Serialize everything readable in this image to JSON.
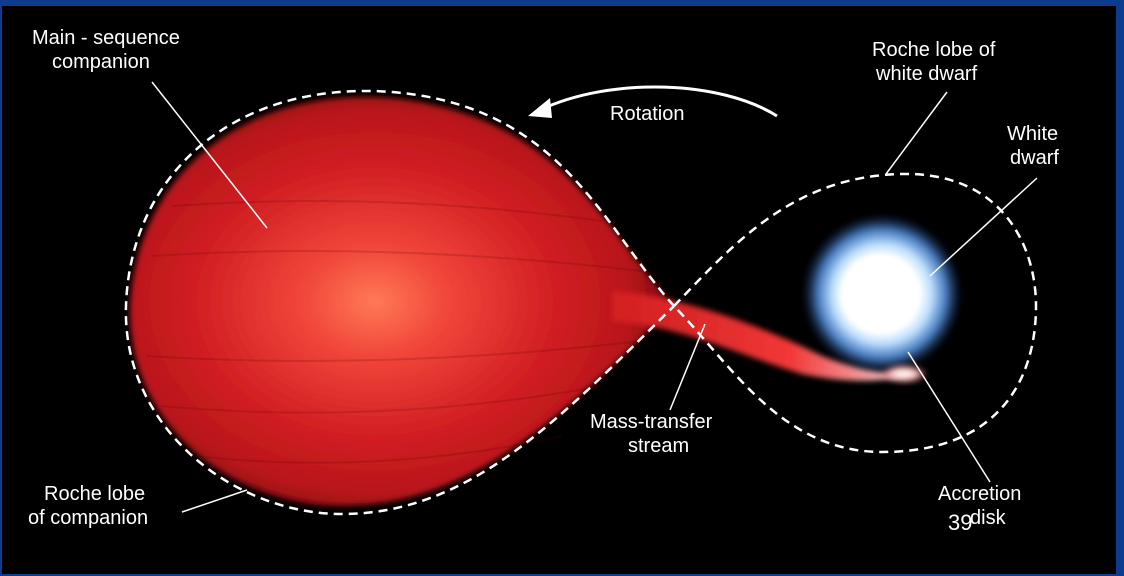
{
  "labels": {
    "main_sequence_1": "Main - sequence",
    "main_sequence_2": "companion",
    "roche_wd_1": "Roche lobe of",
    "roche_wd_2": "white dwarf",
    "white_dwarf_1": "White",
    "white_dwarf_2": "dwarf",
    "rotation": "Rotation",
    "mass_transfer_1": "Mass-transfer",
    "mass_transfer_2": "stream",
    "roche_comp_1": "Roche lobe",
    "roche_comp_2": "of companion",
    "accretion_1": "Accretion",
    "accretion_2": "disk"
  },
  "slide_number": "39",
  "colors": {
    "slide_background": "#0b3c8d",
    "companion_star": "#d42020",
    "white_dwarf": "#ffffff",
    "white_dwarf_glow": "#7fb8ff"
  }
}
